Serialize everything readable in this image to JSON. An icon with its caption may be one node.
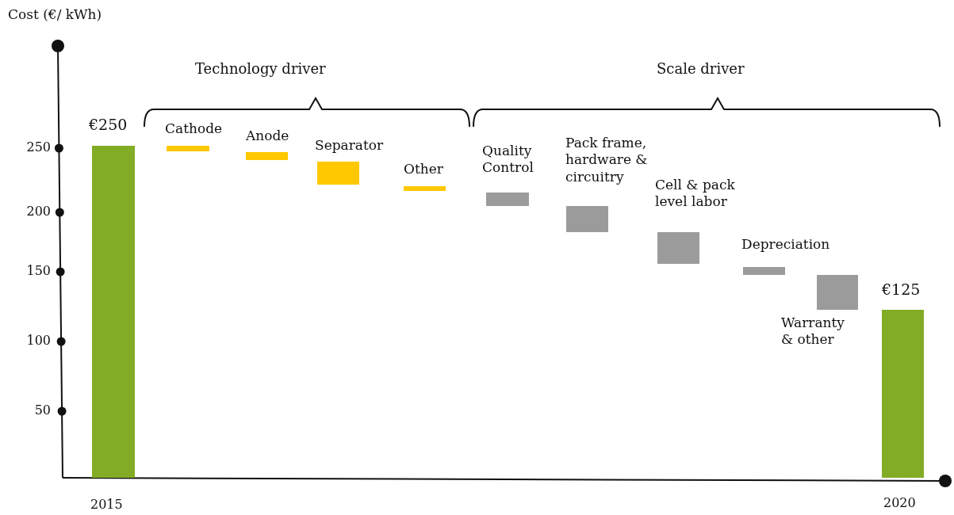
{
  "diagram": {
    "nodes": [
      {
        "text": [],
        "shape": "bar",
        "beside": [
          "€250",
          "2015"
        ]
      },
      {
        "text": [],
        "shape": "bar",
        "beside": [
          "Cathode"
        ]
      },
      {
        "text": [],
        "shape": "bar",
        "beside": [
          "Anode"
        ]
      },
      {
        "text": [],
        "shape": "bar",
        "beside": [
          "Separator"
        ]
      },
      {
        "text": [],
        "shape": "bar",
        "beside": [
          "Other"
        ]
      },
      {
        "text": [],
        "shape": "bar",
        "beside": [
          "Quality Control"
        ]
      },
      {
        "text": [],
        "shape": "bar",
        "beside": [
          "Pack frame, hardware & circuitry"
        ]
      },
      {
        "text": [],
        "shape": "bar",
        "beside": [
          "Cell & pack level labor"
        ]
      },
      {
        "text": [],
        "shape": "bar",
        "beside": [
          "Depreciation"
        ]
      },
      {
        "text": [],
        "shape": "bar",
        "beside": [
          "Warranty & other"
        ]
      },
      {
        "text": [],
        "shape": "bar",
        "beside": [
          "€125",
          "2020"
        ]
      }
    ],
    "labels": [
      "Cost (€/ kWh)",
      "Technology driver",
      "Scale driver",
      "250",
      "200",
      "150",
      "100",
      "50"
    ]
  }
}
